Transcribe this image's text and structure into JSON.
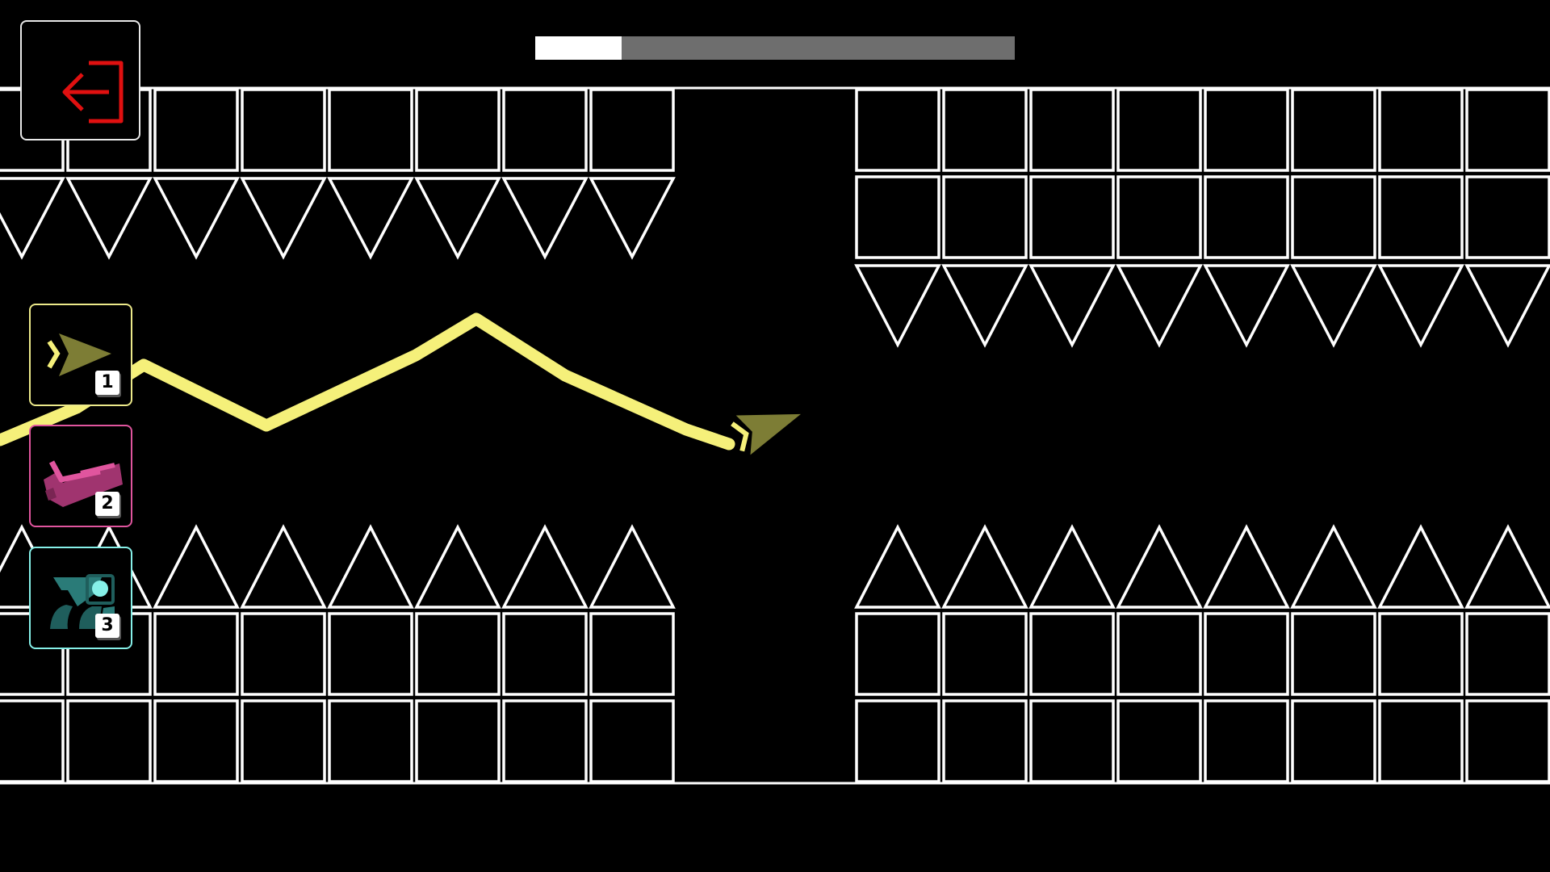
{
  "progress": {
    "fraction": 0.18
  },
  "colors": {
    "background": "#000000",
    "outline": "#ffffff",
    "exit_icon": "#e01010",
    "trail": "#f5f07a",
    "player": "#7d7d35",
    "progress_track": "#6e6e6e",
    "progress_fill": "#ffffff"
  },
  "exit_button": {
    "icon": "exit-door-icon"
  },
  "mode_buttons": [
    {
      "key": "1",
      "icon": "wave-arrow-icon",
      "border": "#ece98a"
    },
    {
      "key": "2",
      "icon": "ship-icon",
      "border": "#e0559e"
    },
    {
      "key": "3",
      "icon": "ufo-robot-icon",
      "border": "#86f0e8"
    }
  ],
  "player": {
    "icon": "wave-arrow-icon"
  }
}
